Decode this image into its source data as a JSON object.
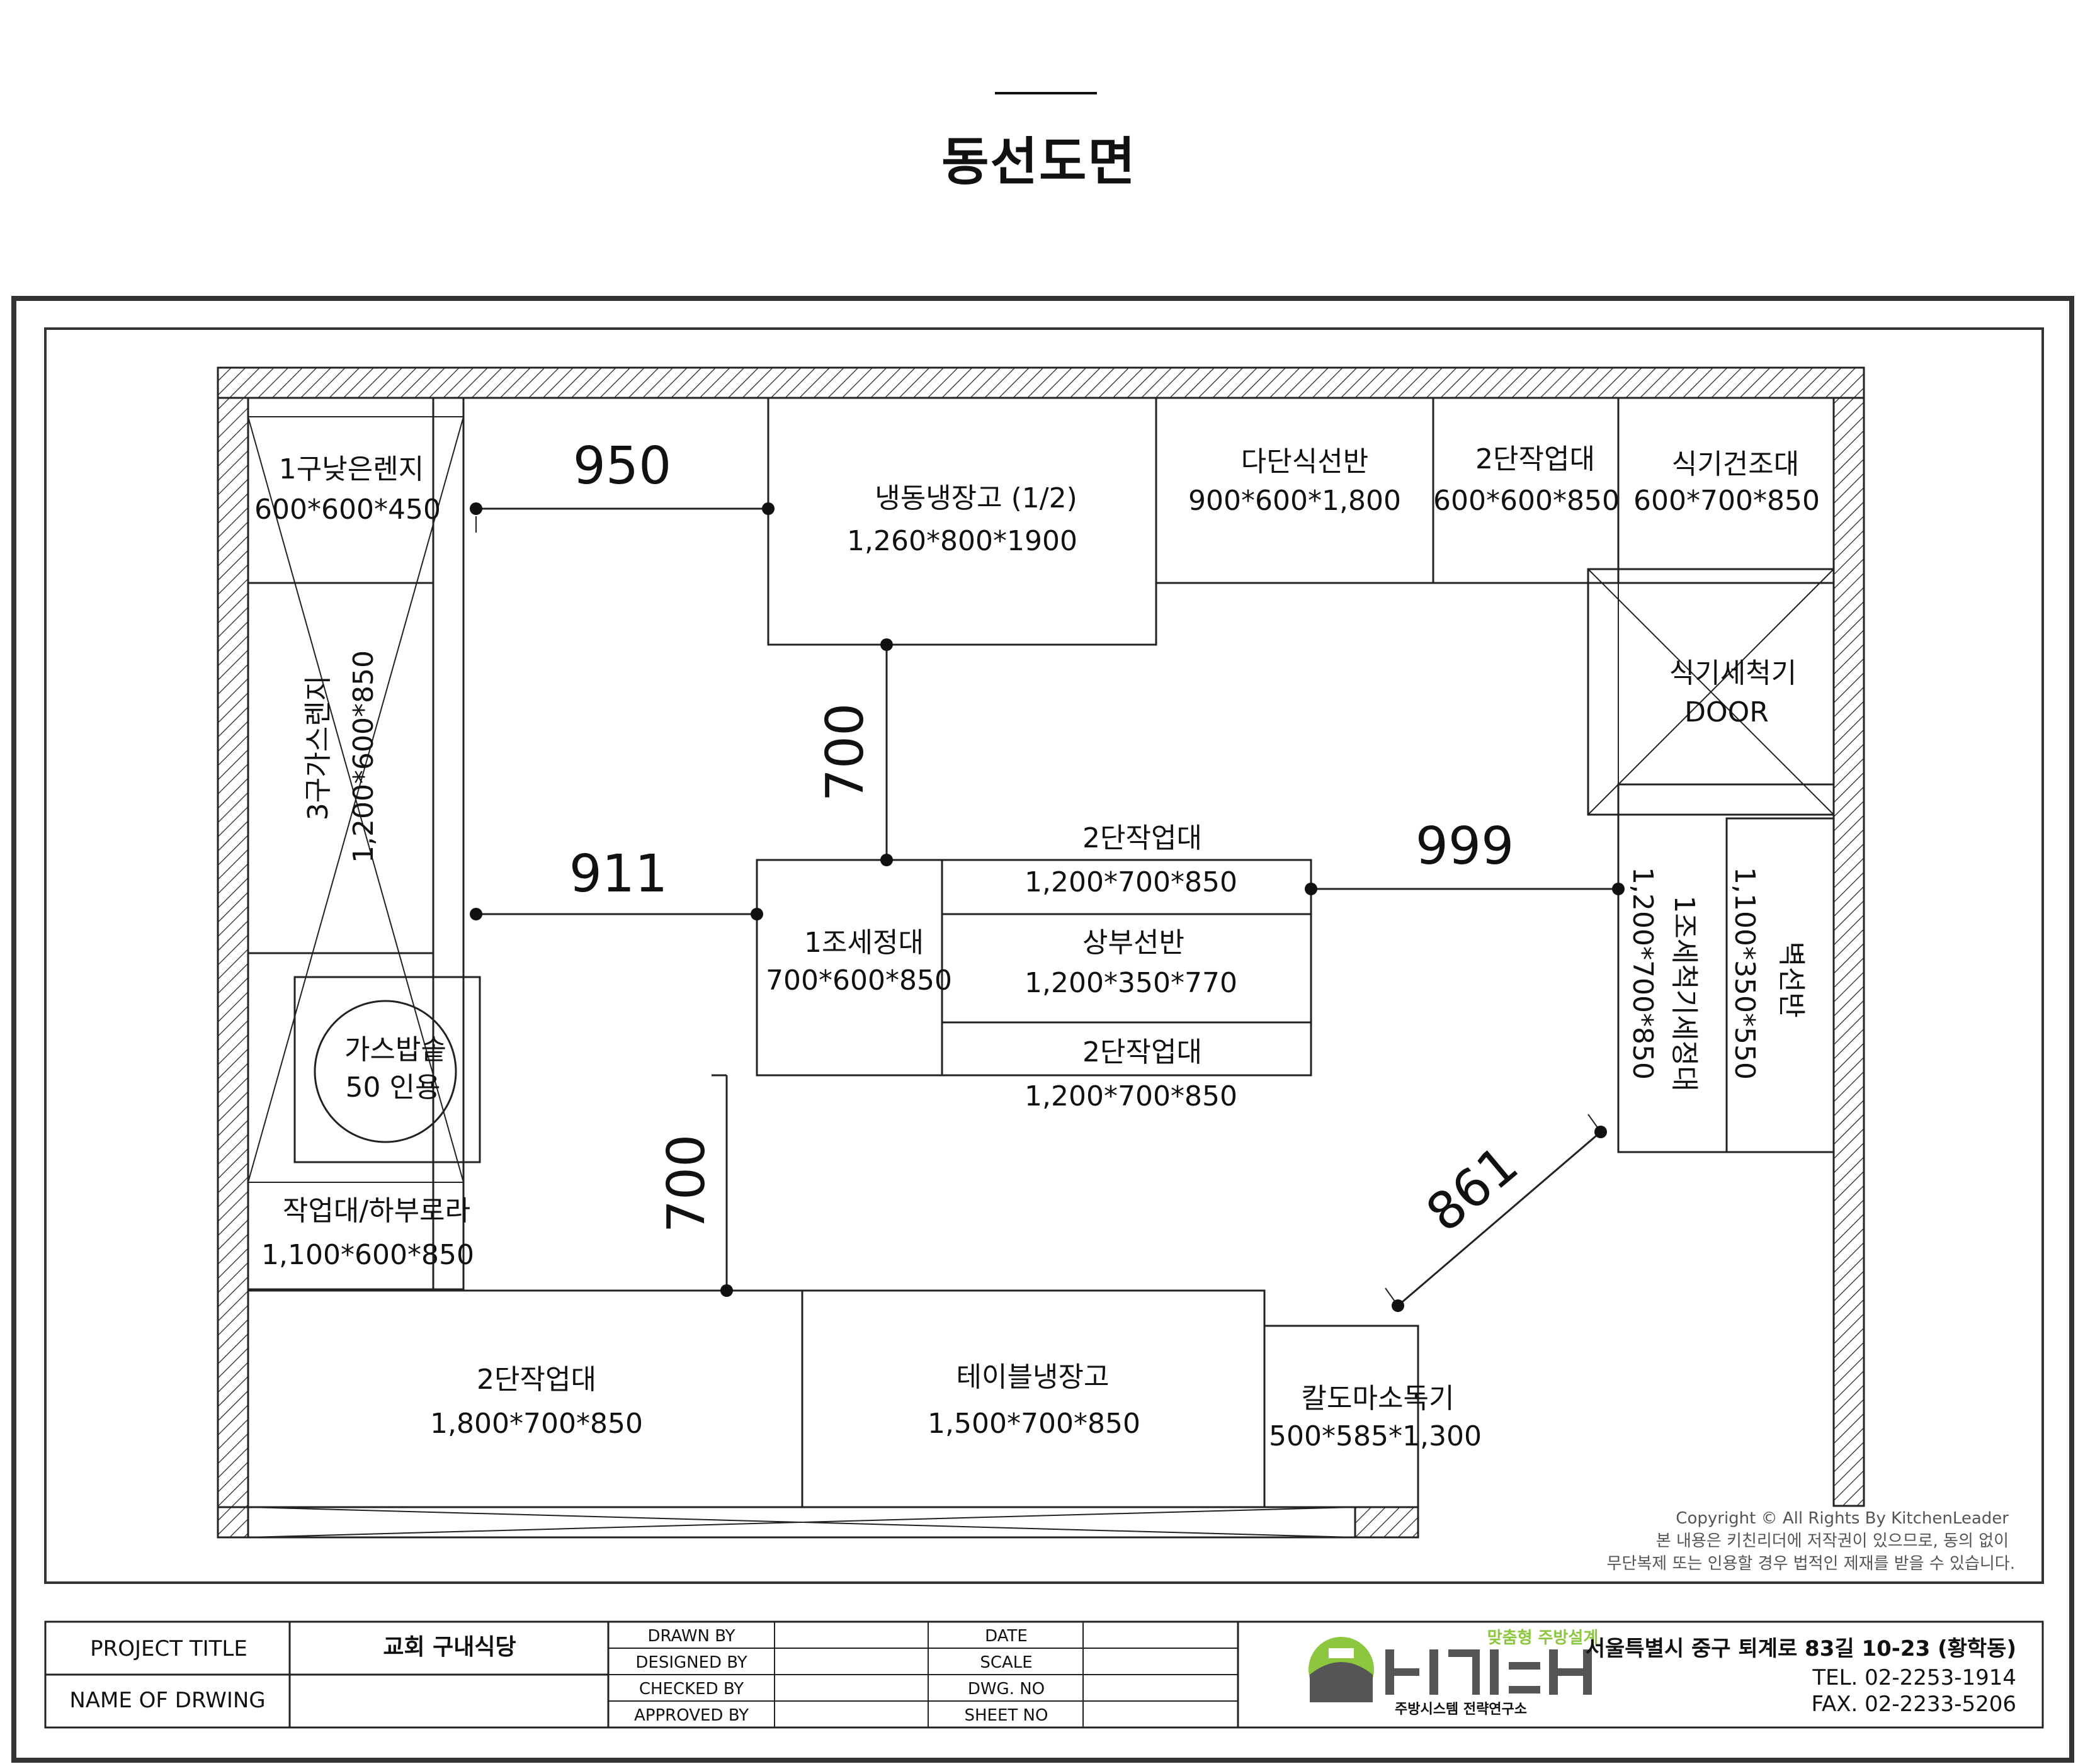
{
  "page_title": "동선도면",
  "equipment": {
    "range_1burner": {
      "name": "1구낮은렌지",
      "size": "600*600*450"
    },
    "freezer_fridge": {
      "name": "냉동냉장고 (1/2)",
      "size": "1,260*800*1900"
    },
    "multi_shelf": {
      "name": "다단식선반",
      "size": "900*600*1,800"
    },
    "worktable_top": {
      "name": "2단작업대",
      "size": "600*600*850"
    },
    "dish_dryer": {
      "name": "식기건조대",
      "size": "600*700*850"
    },
    "gas_range_3": {
      "name": "3구가스렌지",
      "size": "1,200*600*850"
    },
    "dishwasher": {
      "name": "식기세척기",
      "sub": "DOOR"
    },
    "sink_1": {
      "name": "1조세정대",
      "size": "700*600*850"
    },
    "worktable_mid_a": {
      "name": "2단작업대",
      "size": "1,200*700*850"
    },
    "upper_shelf": {
      "name": "상부선반",
      "size": "1,200*350*770"
    },
    "worktable_mid_b": {
      "name": "2단작업대",
      "size": "1,200*700*850"
    },
    "dish_sink": {
      "name": "1조세척기세정대",
      "size": "1,200*700*850"
    },
    "wall_shelf": {
      "name": "벽선반",
      "size": "1,100*350*550"
    },
    "gas_rice_pot": {
      "name": "가스밥솥",
      "sub": "50 인용"
    },
    "worktable_roller": {
      "name": "작업대/하부로라",
      "size": "1,100*600*850"
    },
    "worktable_bottom": {
      "name": "2단작업대",
      "size": "1,800*700*850"
    },
    "table_fridge": {
      "name": "테이블냉장고",
      "size": "1,500*700*850"
    },
    "knife_sterilizer": {
      "name": "칼도마소독기",
      "size": "500*585*1,300"
    }
  },
  "dimensions": {
    "d950": "950",
    "d700_top": "700",
    "d911": "911",
    "d999": "999",
    "d700_bottom": "700",
    "d861": "861"
  },
  "copyright": {
    "line1": "Copyright © All Rights By KitchenLeader",
    "line2": "본 내용은 키친리더에 저작권이 있으므로, 동의 없이",
    "line3": "무단복제 또는 인용할 경우 법적인 제재를 받을 수 있습니다."
  },
  "title_block": {
    "project_title_label": "PROJECT TITLE",
    "project_title_value": "교회 구내식당",
    "drawing_name_label": "NAME OF DRWING",
    "drawing_name_value": "",
    "drawn_by": "DRAWN BY",
    "designed_by": "DESIGNED BY",
    "checked_by": "CHECKED BY",
    "approved_by": "APPROVED BY",
    "date": "DATE",
    "scale": "SCALE",
    "dwg_no": "DWG. NO",
    "sheet_no": "SHEET NO",
    "logo_tagline": "맞춤형 주방설계",
    "logo_name": "키친리더",
    "logo_sub": "주방시스템 전략연구소",
    "address": "서울특별시 중구 퇴계로 83길 10-23 (황학동)",
    "tel": "TEL. 02-2253-1914",
    "fax": "FAX. 02-2233-5206",
    "brand_color": "#8dc63f",
    "logo_dark": "#555555"
  }
}
